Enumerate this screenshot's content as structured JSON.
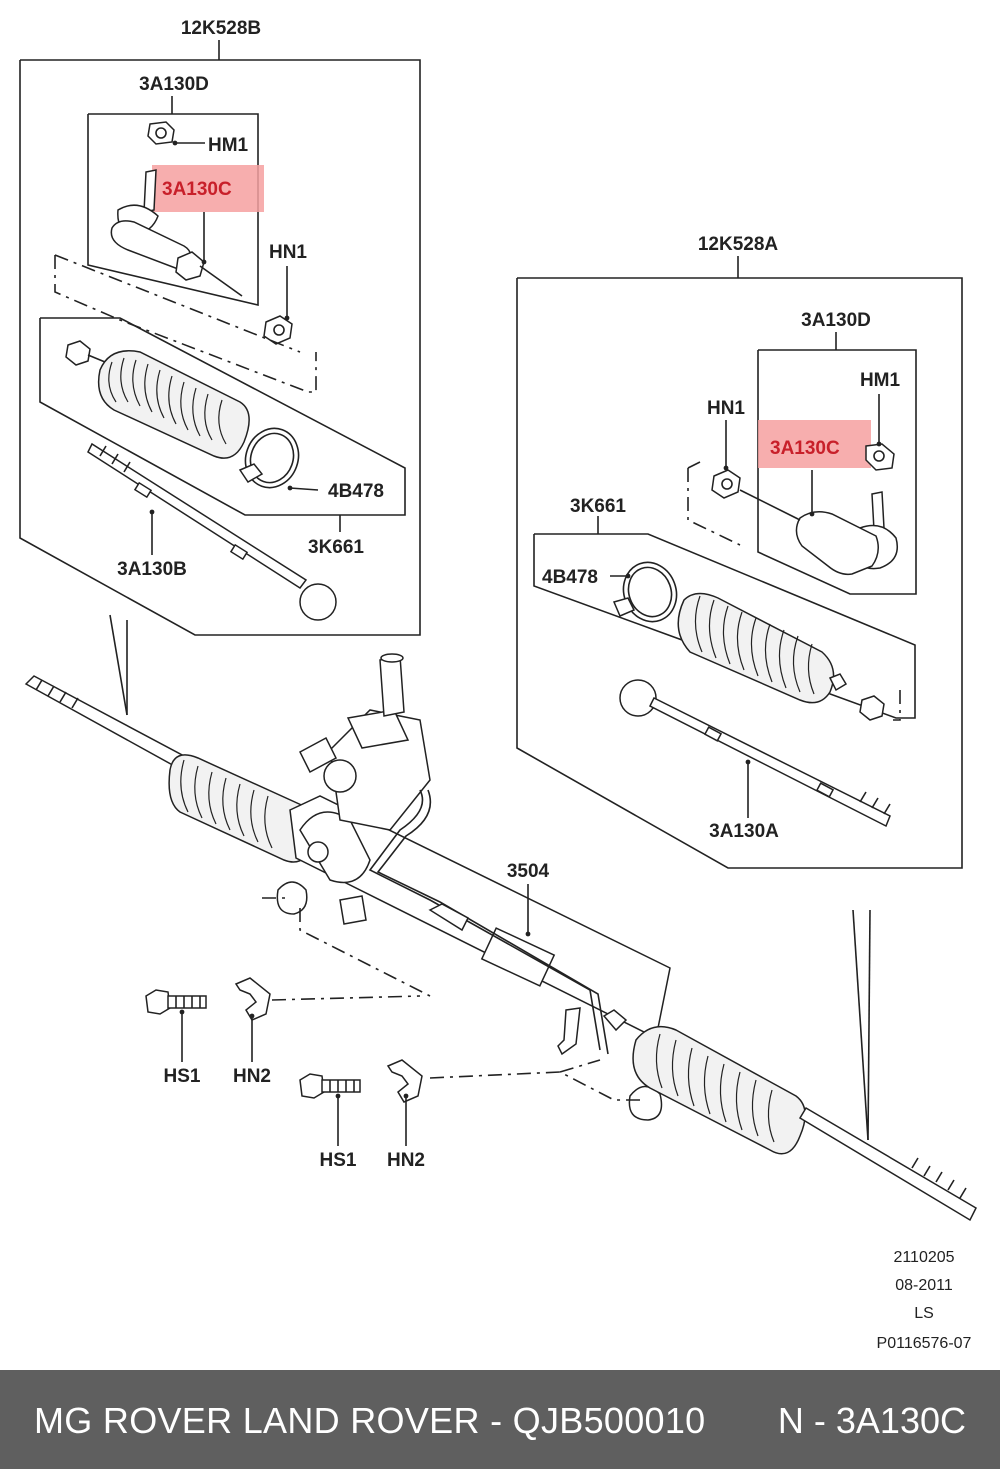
{
  "labels": {
    "asm_left": "12K528B",
    "asm_right": "12K528A",
    "tie_end_left": "3A130D",
    "tie_end_right": "3A130D",
    "nut_hm1_left": "HM1",
    "nut_hm1_right": "HM1",
    "part_hl_left": "3A130C",
    "part_hl_right": "3A130C",
    "nut_hn1_left": "HN1",
    "nut_hn1_right": "HN1",
    "clamp_left": "4B478",
    "clamp_right": "4B478",
    "boot_left": "3K661",
    "boot_right": "3K661",
    "rod_left": "3A130B",
    "rod_right": "3A130A",
    "rack": "3504",
    "bolt_a": "HS1",
    "bolt_b": "HS1",
    "bracket_a": "HN2",
    "bracket_b": "HN2"
  },
  "meta": {
    "line1": "2110205",
    "line2": "08-2011",
    "line3": "LS",
    "line4": "P0116576-07"
  },
  "footer": {
    "left": "MG ROVER LAND ROVER - QJB500010",
    "right": "N - 3A130C"
  },
  "colors": {
    "highlight": "#f6a0a0",
    "highlight_text": "#c8202a",
    "footer_bg": "#5f5f5f"
  }
}
